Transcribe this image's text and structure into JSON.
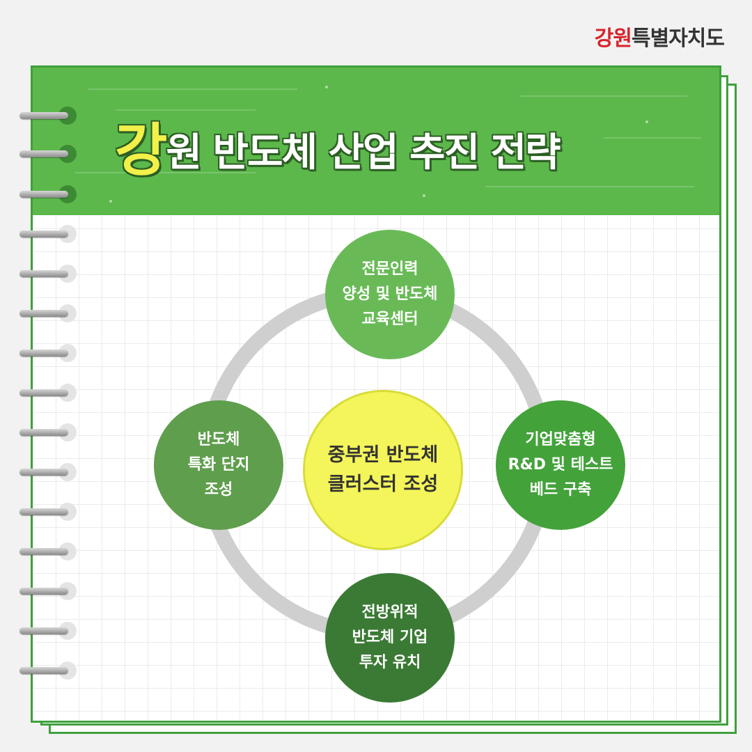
{
  "logo": {
    "text_red": "강원",
    "text_rest": "특별자치도"
  },
  "title": {
    "first_char": "강",
    "rest": "원 반도체 산업 추진 전략"
  },
  "center": {
    "lines": [
      "중부권 반도체",
      "클러스터 조성"
    ]
  },
  "top": {
    "lines": [
      "전문인력",
      "양성 및 반도체",
      "교육센터"
    ]
  },
  "left": {
    "lines": [
      "반도체",
      "특화 단지",
      "조성"
    ]
  },
  "right": {
    "lines": [
      "기업맞춤형",
      "R&D 및 테스트",
      "베드 구축"
    ]
  },
  "bottom": {
    "lines": [
      "전방위적",
      "반도체 기업",
      "투자 유치"
    ]
  },
  "colors": {
    "header_green": "#5cb84b",
    "title_yellow": "#f3f04a",
    "center_yellow": "#f3f55a",
    "logo_red": "#d8232a"
  }
}
